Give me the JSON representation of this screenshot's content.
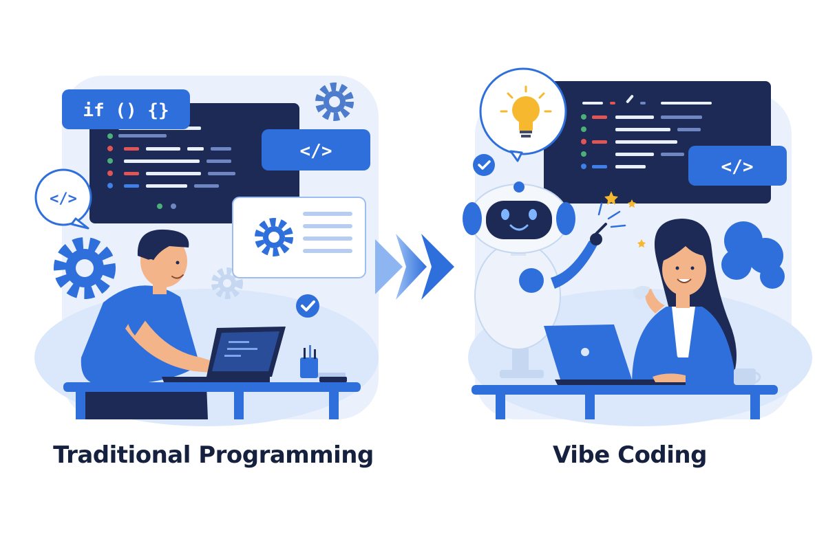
{
  "colors": {
    "primary_blue": "#2f6fdc",
    "navy": "#1c2a55",
    "light_blue": "#dbe8fb",
    "skin": "#f4b48a",
    "caption_text": "#16213f"
  },
  "left_panel": {
    "snippet_label": "if () {}",
    "code_tag_label": "</>",
    "bubble_label": "</>",
    "caption": "Traditional Programming"
  },
  "right_panel": {
    "code_tag_label": "</>",
    "caption": "Vibe Coding"
  },
  "icons": [
    "gear-icon",
    "checkmark-icon",
    "lightbulb-icon",
    "double-chevron-arrow-icon",
    "sparkle-icon",
    "laptop-icon"
  ]
}
